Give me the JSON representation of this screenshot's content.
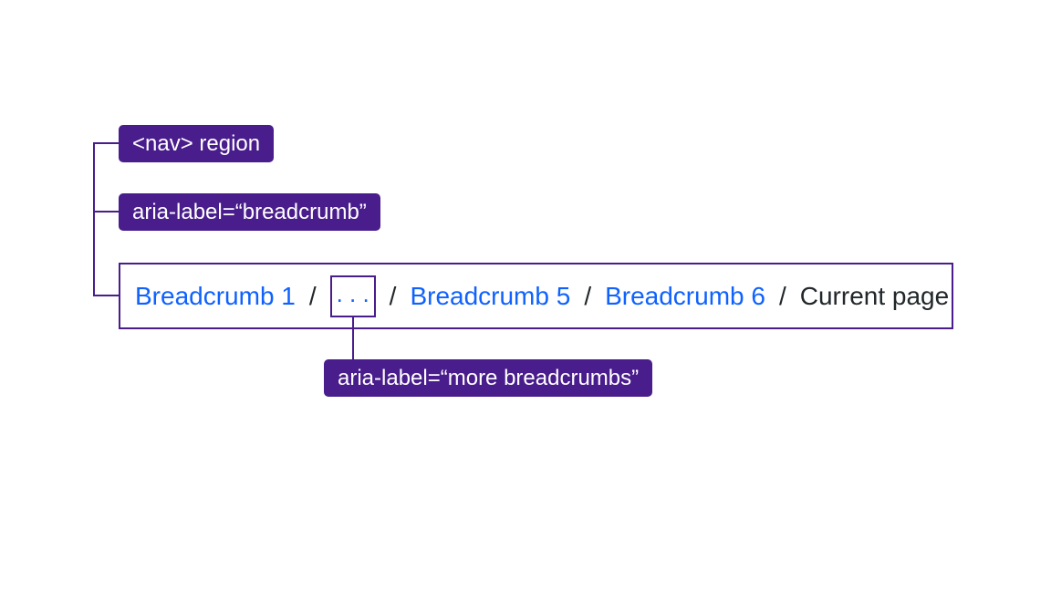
{
  "colors": {
    "annotation_purple": "#491d8b",
    "link_blue": "#0f62fe",
    "text_dark": "#21272a",
    "background": "#ffffff"
  },
  "annotations": {
    "nav_region": "<nav> region",
    "breadcrumb_aria_label": "aria-label=“breadcrumb”",
    "more_breadcrumbs_aria_label": "aria-label=“more breadcrumbs”"
  },
  "breadcrumb": {
    "separator": "/",
    "items": [
      {
        "label": "Breadcrumb 1",
        "type": "link"
      },
      {
        "label": ". . .",
        "type": "overflow"
      },
      {
        "label": "Breadcrumb 5",
        "type": "link"
      },
      {
        "label": "Breadcrumb 6",
        "type": "link"
      },
      {
        "label": "Current page",
        "type": "current"
      }
    ]
  }
}
